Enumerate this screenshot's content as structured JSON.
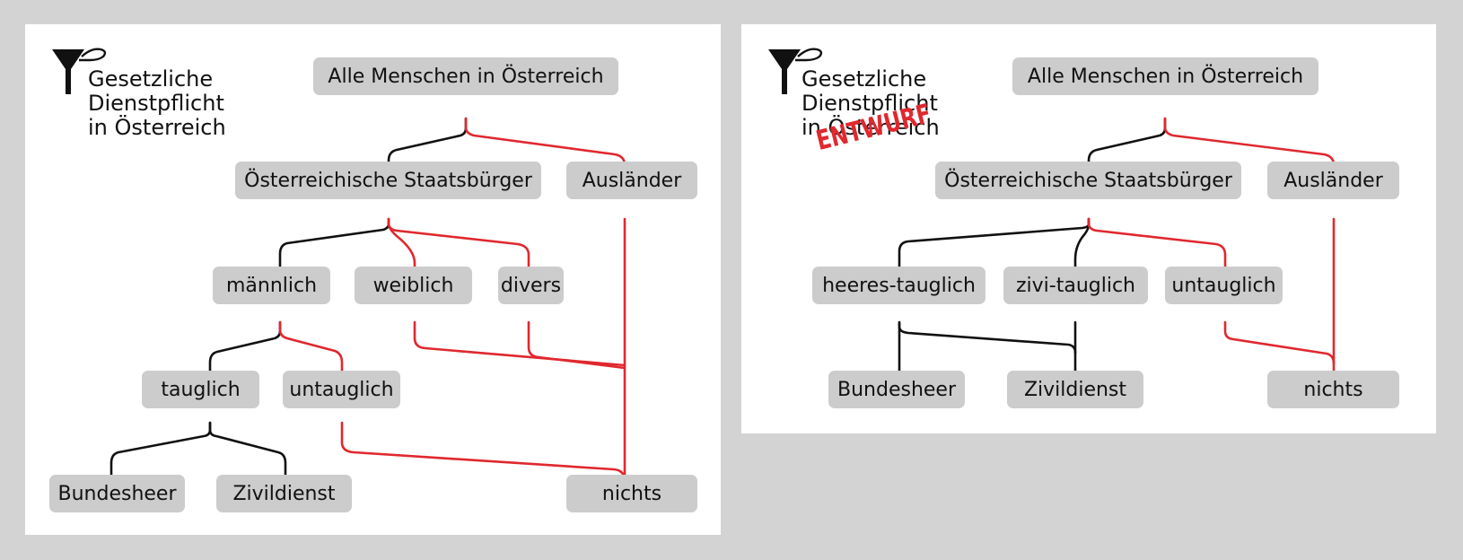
{
  "left_panel": {
    "title": [
      "Gesetzliche",
      "Dienstpflicht",
      "in Österreich"
    ],
    "nodes": {
      "root": "Alle Menschen in Österreich",
      "citizens": "Österreichische Staatsbürger",
      "foreigners": "Ausländer",
      "male": "männlich",
      "female": "weiblich",
      "diverse": "divers",
      "fit": "tauglich",
      "unfit": "untauglich",
      "army": "Bundesheer",
      "civil": "Zivildienst",
      "nothing": "nichts"
    }
  },
  "right_panel": {
    "title": [
      "Gesetzliche",
      "Dienstpflicht",
      "in Österreich"
    ],
    "stamp": "ENTWURF",
    "nodes": {
      "root": "Alle Menschen in Österreich",
      "citizens": "Österreichische Staatsbürger",
      "foreigners": "Ausländer",
      "army_fit": "heeres-tauglich",
      "civil_fit": "zivi-tauglich",
      "unfit": "untauglich",
      "army": "Bundesheer",
      "civil": "Zivildienst",
      "nothing": "nichts"
    }
  },
  "colors": {
    "background": "#d3d3d3",
    "panel": "#ffffff",
    "node_fill": "#cccccc",
    "duty_line": "#111111",
    "no_duty_line": "#e0282e"
  }
}
